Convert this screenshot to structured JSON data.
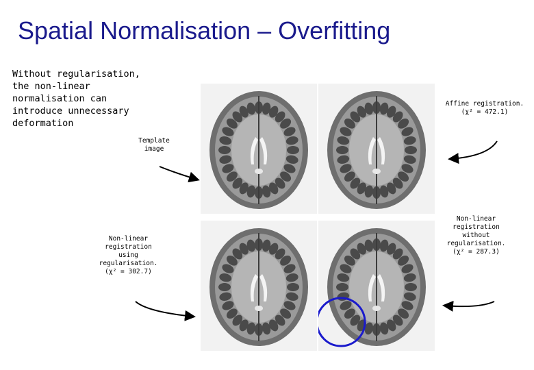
{
  "slide": {
    "title": "Spatial Normalisation – Overfitting",
    "intro_lines": [
      "Without regularisation,",
      "the non-linear",
      "normalisation can",
      "introduce unnecessary",
      "deformation"
    ]
  },
  "labels": {
    "template": [
      "Template",
      "image"
    ],
    "affine": [
      "Affine registration.",
      "(χ² = 472.1)"
    ],
    "regularised": [
      "Non-linear",
      "registration",
      "using",
      "regularisation.",
      "(χ² = 302.7)"
    ],
    "unregularised": [
      "Non-linear",
      "registration",
      "without",
      "regularisation.",
      "(χ² = 287.3)"
    ]
  },
  "colors": {
    "title": "#1a1a8c",
    "highlight_circle": "#1a1acc"
  },
  "panels": [
    {
      "name": "template",
      "highlight": false
    },
    {
      "name": "affine",
      "highlight": false
    },
    {
      "name": "regularised",
      "highlight": false
    },
    {
      "name": "unregularised",
      "highlight": true
    }
  ]
}
